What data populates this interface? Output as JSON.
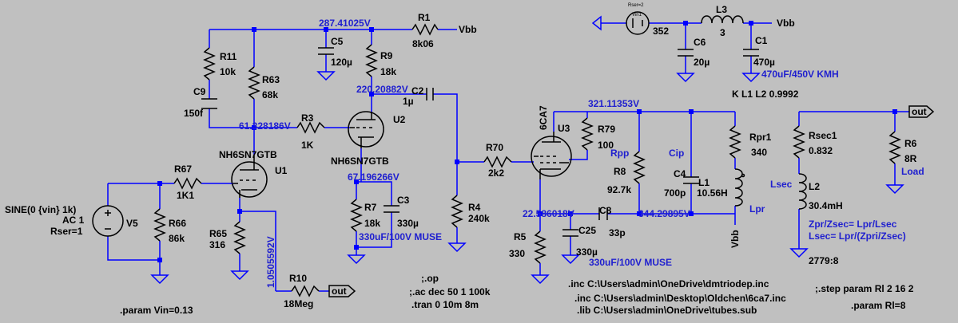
{
  "parts": [
    {
      "id": "r1",
      "name": "R1",
      "value": "8k06"
    },
    {
      "id": "r11",
      "name": "R11",
      "value": "10k"
    },
    {
      "id": "r63",
      "name": "R63",
      "value": "68k"
    },
    {
      "id": "c9",
      "name": "C9",
      "value": "150f"
    },
    {
      "id": "r3",
      "name": "R3",
      "value": "1K"
    },
    {
      "id": "c5",
      "name": "C5",
      "value": "120µ"
    },
    {
      "id": "r9",
      "name": "R9",
      "value": "18k"
    },
    {
      "id": "c2",
      "name": "C2",
      "value": "1µ"
    },
    {
      "id": "u2",
      "name": "U2",
      "value": "NH6SN7GTB"
    },
    {
      "id": "u1",
      "name": "U1",
      "value": "NH6SN7GTB"
    },
    {
      "id": "r67",
      "name": "R67",
      "value": "1K1"
    },
    {
      "id": "v5",
      "name": "V5",
      "value": ""
    },
    {
      "id": "r66",
      "name": "R66",
      "value": "86k"
    },
    {
      "id": "r65",
      "name": "R65",
      "value": "316"
    },
    {
      "id": "r10",
      "name": "R10",
      "value": "18Meg"
    },
    {
      "id": "r7",
      "name": "R7",
      "value": "18k"
    },
    {
      "id": "c3",
      "name": "C3",
      "value": "330µ"
    },
    {
      "id": "r4",
      "name": "R4",
      "value": "240k"
    },
    {
      "id": "r70",
      "name": "R70",
      "value": "2k2"
    },
    {
      "id": "u3",
      "name": "U3",
      "value": "6CA7"
    },
    {
      "id": "r79",
      "name": "R79",
      "value": "100"
    },
    {
      "id": "r8",
      "name": "R8",
      "value": "92.7k"
    },
    {
      "id": "c4",
      "name": "C4",
      "value": "700p"
    },
    {
      "id": "l1",
      "name": "L1",
      "value": "10.56H"
    },
    {
      "id": "rpr1",
      "name": "Rpr1",
      "value": "340"
    },
    {
      "id": "c8",
      "name": "C8",
      "value": "33p"
    },
    {
      "id": "r5",
      "name": "R5",
      "value": "330"
    },
    {
      "id": "c25",
      "name": "C25",
      "value": "330µ"
    },
    {
      "id": "rsec1",
      "name": "Rsec1",
      "value": "0.832"
    },
    {
      "id": "l2",
      "name": "L2",
      "value": "30.4mH"
    },
    {
      "id": "r6",
      "name": "R6",
      "value": "8R"
    },
    {
      "id": "l3",
      "name": "L3",
      "value": "3"
    },
    {
      "id": "c6",
      "name": "C6",
      "value": "20µ"
    },
    {
      "id": "c1",
      "name": "C1",
      "value": "470µ"
    },
    {
      "id": "vin1",
      "name": "",
      "value": "352"
    }
  ],
  "net_labels": [
    {
      "id": "n1",
      "text": "287.41025V"
    },
    {
      "id": "n2",
      "text": "220.20882V"
    },
    {
      "id": "n3",
      "text": "61.328186V"
    },
    {
      "id": "n4",
      "text": "67.196266V"
    },
    {
      "id": "n5",
      "text": "1.0505592V"
    },
    {
      "id": "n6",
      "text": "321.11353V"
    },
    {
      "id": "n7",
      "text": "22.586018V"
    },
    {
      "id": "n8",
      "text": "344.29895V"
    }
  ],
  "net_names": {
    "vbb_top": "Vbb",
    "vbb_supply": "Vbb",
    "vbb_bottom": "Vbb",
    "out_r10": "out",
    "out_r6": "out"
  },
  "annotations": {
    "sine": "SINE(0 {vin} 1k)",
    "ac": "AC 1",
    "rser": "Rser=1",
    "vin1_top": "Rser=2",
    "vin1_small": "Vin1",
    "param_vin": ".param Vin=0.13",
    "op": ";.op",
    "ac_dec": ";.ac dec 50 1 100k",
    "tran": ".tran 0 10m 8m",
    "inc1": ".inc C:\\Users\\admin\\OneDrive\\dmtriodep.inc",
    "inc2": ".inc C:\\Users\\admin\\Desktop\\Oldchen\\6ca7.inc",
    "lib": ".lib C:\\Users\\admin\\OneDrive\\tubes.sub",
    "step": ";.step param Rl 2 16 2",
    "param_rl": ".param Rl=8",
    "k_coupling": "K L1 L2 0.9992",
    "c1_note": "470uF/450V KMH",
    "c3_note": "330uF/100V MUSE",
    "c25_note": "330uF/100V MUSE",
    "rpp": "Rpp",
    "cip": "Cip",
    "lpr": "Lpr",
    "lsec": "Lsec",
    "load": "Load",
    "zpr1": "Zpr/Zsec= Lpr/Lsec",
    "zpr2": "Lsec= Lpr/(Zpri/Zsec)",
    "ratio": "2779:8"
  },
  "colors": {
    "background": "#c0c0c0",
    "wire": "#0000ff",
    "component": "#000000",
    "net_label": "#1f1fcf"
  }
}
